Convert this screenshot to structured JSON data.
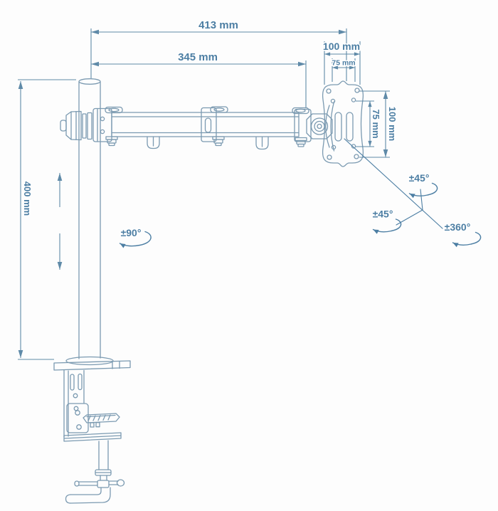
{
  "dimensions": {
    "arm_reach_full": "413 mm",
    "arm_reach_inner": "345 mm",
    "plate_width_outer": "100 mm",
    "plate_width_inner": "75 mm",
    "plate_height_inner": "75 mm",
    "plate_height_outer": "100 mm",
    "pole_height": "400 mm"
  },
  "rotations": {
    "pole_swivel": "±90°",
    "head_tilt": "±45°",
    "head_swivel": "±45°",
    "head_rotation": "±360°"
  },
  "colors": {
    "line": "#7b9ab1",
    "dimension": "#5f8aa8",
    "annotation": "#4c7ea3",
    "background": "#fdfdfd"
  }
}
